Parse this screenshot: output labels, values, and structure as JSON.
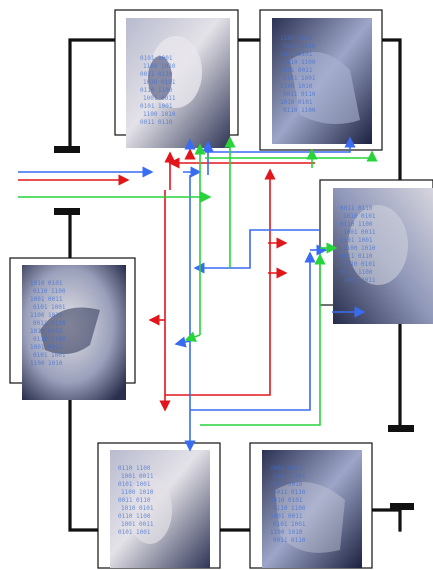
{
  "diagram": {
    "panels": [
      {
        "id": "top-left",
        "subject": "classical bust, front view"
      },
      {
        "id": "top-right",
        "subject": "sculpted hand"
      },
      {
        "id": "middle-right",
        "subject": "bearded bust, profile"
      },
      {
        "id": "middle-left",
        "subject": "head with headband"
      },
      {
        "id": "bottom-left",
        "subject": "face close-up"
      },
      {
        "id": "bottom-right",
        "subject": "sculpted relief"
      }
    ],
    "binary_overlay": [
      "0101 1001",
      "1100 1010",
      "0011 0110",
      "1010 0101",
      "0110 1100",
      "1001 0011"
    ],
    "colors": {
      "wire": "#111111",
      "red": "#e0161b",
      "blue": "#3a6cf2",
      "green": "#27d43a",
      "photo_dark": "#2e3458",
      "photo_light": "#c9cbd9"
    }
  }
}
